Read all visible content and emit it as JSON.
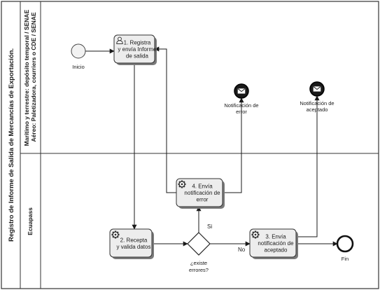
{
  "pool": {
    "title": "Registro de Informe de Salida de Mercancías de Exportación."
  },
  "lanes": [
    {
      "id": "lane-top",
      "label_lines": [
        "Marítimo y terrestre:  depósito temporal / SENAE",
        "Aéreo:  Paletizadora, courriers o CDE / SENAE"
      ]
    },
    {
      "id": "lane-bottom",
      "label_lines": [
        "Ecuapass"
      ]
    }
  ],
  "nodes": [
    {
      "id": "start",
      "kind": "start-event",
      "label_lines": [
        "Inicio"
      ]
    },
    {
      "id": "t1",
      "kind": "user-task",
      "label_lines": [
        "1. Registra",
        "y envía Informe",
        "de salida"
      ]
    },
    {
      "id": "t2",
      "kind": "service-task",
      "label_lines": [
        "2. Recepta",
        "y valida datos"
      ]
    },
    {
      "id": "gw",
      "kind": "exclusive-gateway",
      "label_lines": [
        "¿existe",
        "errores?"
      ]
    },
    {
      "id": "t4",
      "kind": "service-task",
      "label_lines": [
        "4. Envía",
        "notificación de",
        "error"
      ]
    },
    {
      "id": "t3",
      "kind": "service-task",
      "label_lines": [
        "3. Envía",
        "notificación de",
        "aceptado"
      ]
    },
    {
      "id": "end",
      "kind": "end-event",
      "label_lines": [
        "Fin"
      ]
    },
    {
      "id": "msg-err",
      "kind": "message-end-event",
      "label_lines": [
        "Notificación de",
        "error"
      ]
    },
    {
      "id": "msg-ok",
      "kind": "message-end-event",
      "label_lines": [
        "Notificación de",
        "aceptado"
      ]
    }
  ],
  "flows": [
    {
      "from": "start",
      "to": "t1"
    },
    {
      "from": "t1",
      "to": "t2"
    },
    {
      "from": "t2",
      "to": "gw"
    },
    {
      "from": "gw",
      "to": "t4",
      "label": "Si"
    },
    {
      "from": "gw",
      "to": "t3",
      "label": "No"
    },
    {
      "from": "t4",
      "to": "t1"
    },
    {
      "from": "t4",
      "to": "msg-err"
    },
    {
      "from": "t3",
      "to": "msg-ok"
    },
    {
      "from": "t3",
      "to": "end"
    }
  ]
}
